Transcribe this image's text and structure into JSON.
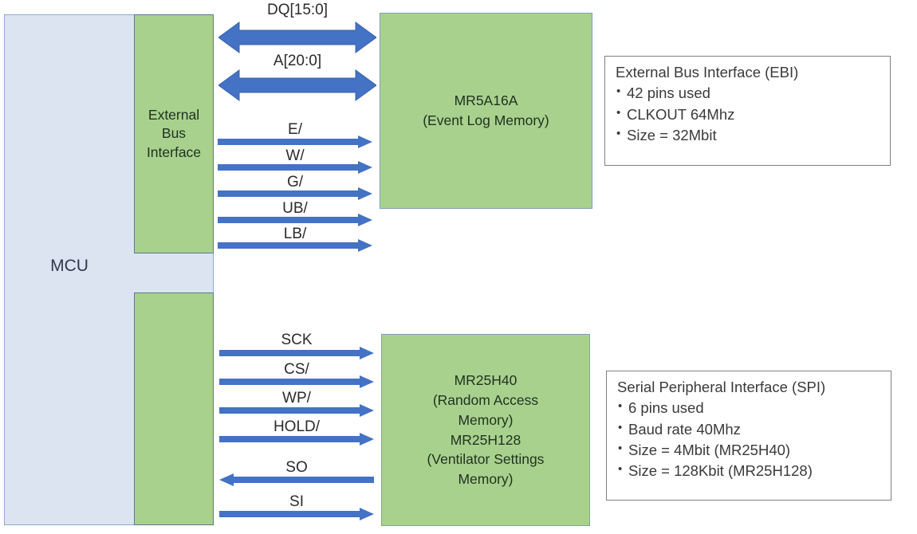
{
  "diagram": {
    "title": "MCU external memory interfaces block diagram",
    "colors": {
      "mcu_fill": "#dce3f1",
      "mcu_border": "#8ea9d4",
      "block_fill": "#a9d18e",
      "block_border": "#5d7a91",
      "arrow": "#4472c4",
      "panel_border": "#808080"
    }
  },
  "mcu": {
    "label": "MCU",
    "interface_block": {
      "line1": "External",
      "line2": "Bus",
      "line3": "Interface"
    }
  },
  "memories": {
    "event_log": {
      "part": "MR5A16A",
      "description": "(Event Log Memory)"
    },
    "spi_memory": {
      "line1": "MR25H40",
      "line2": "(Random Access",
      "line3": "Memory)",
      "line4": "MR25H128",
      "line5": "(Ventilator Settings",
      "line6": "Memory)"
    }
  },
  "ebi_signals": [
    {
      "name": "DQ[15:0]",
      "direction": "bidirectional"
    },
    {
      "name": "A[20:0]",
      "direction": "bidirectional"
    },
    {
      "name": "E/",
      "direction": "right"
    },
    {
      "name": "W/",
      "direction": "right"
    },
    {
      "name": "G/",
      "direction": "right"
    },
    {
      "name": "UB/",
      "direction": "right"
    },
    {
      "name": "LB/",
      "direction": "right"
    }
  ],
  "spi_signals": [
    {
      "name": "SCK",
      "direction": "right"
    },
    {
      "name": "CS/",
      "direction": "right"
    },
    {
      "name": "WP/",
      "direction": "right"
    },
    {
      "name": "HOLD/",
      "direction": "right"
    },
    {
      "name": "SO",
      "direction": "left"
    },
    {
      "name": "SI",
      "direction": "right"
    }
  ],
  "panels": {
    "ebi": {
      "title": "External Bus Interface (EBI)",
      "items": [
        "42 pins used",
        "CLKOUT 64Mhz",
        "Size = 32Mbit"
      ]
    },
    "spi": {
      "title": "Serial Peripheral Interface (SPI)",
      "items": [
        "6 pins used",
        "Baud rate 40Mhz",
        "Size = 4Mbit (MR25H40)",
        "Size = 128Kbit (MR25H128)"
      ]
    }
  }
}
